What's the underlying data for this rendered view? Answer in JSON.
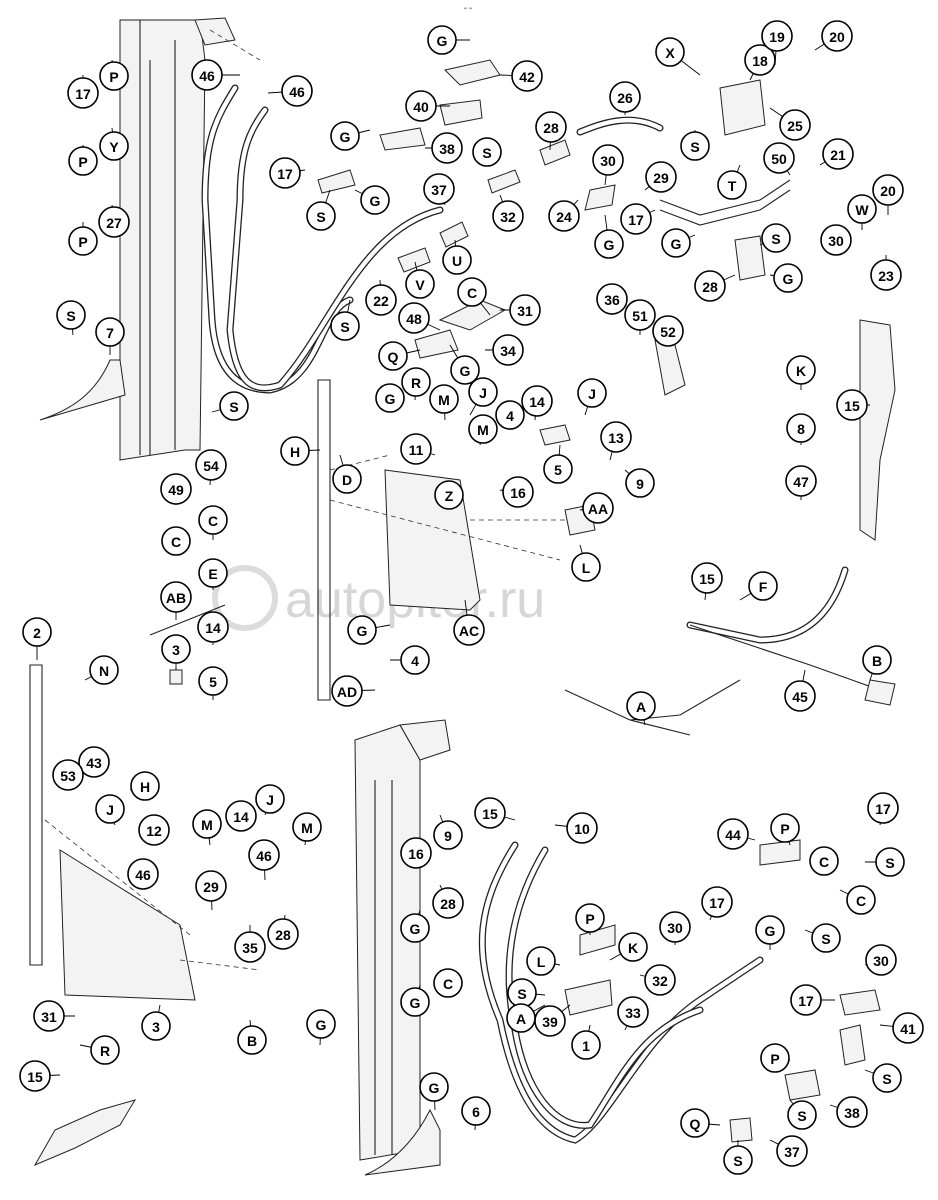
{
  "header_mark": "“’ ‘‘‘",
  "watermark": "autopiter.ru",
  "callouts": [
    "G",
    "42",
    "46",
    "46",
    "40",
    "S",
    "X",
    "18",
    "19",
    "20",
    "26",
    "28",
    "P",
    "17",
    "G",
    "38",
    "S",
    "25",
    "Y",
    "P",
    "17",
    "G",
    "S",
    "37",
    "32",
    "30",
    "29",
    "T",
    "50",
    "21",
    "20",
    "W",
    "27",
    "P",
    "17",
    "24",
    "G",
    "G",
    "S",
    "23",
    "U",
    "V",
    "30",
    "28",
    "G",
    "22",
    "C",
    "S",
    "31",
    "36",
    "51",
    "52",
    "48",
    "G",
    "S",
    "7",
    "Q",
    "34",
    "S",
    "G",
    "R",
    "J",
    "H",
    "M",
    "4",
    "14",
    "J",
    "M",
    "11",
    "13",
    "15",
    "K",
    "8",
    "47",
    "49",
    "54",
    "D",
    "Z",
    "5",
    "16",
    "9",
    "C",
    "C",
    "AA",
    "E",
    "L",
    "AB",
    "15",
    "F",
    "14",
    "G",
    "AC",
    "3",
    "2",
    "N",
    "4",
    "5",
    "B",
    "AD",
    "45",
    "A",
    "43",
    "53",
    "H",
    "J",
    "M",
    "14",
    "12",
    "J",
    "M",
    "15",
    "10",
    "46",
    "46",
    "16",
    "9",
    "17",
    "P",
    "44",
    "29",
    "S",
    "C",
    "C",
    "G",
    "28",
    "17",
    "P",
    "30",
    "35",
    "28",
    "L",
    "K",
    "G",
    "S",
    "32",
    "30",
    "G",
    "C",
    "17",
    "P",
    "41",
    "S",
    "39",
    "33",
    "31",
    "3",
    "1",
    "G",
    "R",
    "B",
    "15",
    "A",
    "S",
    "S",
    "38",
    "G",
    "6",
    "Q",
    "S",
    "37",
    "G"
  ]
}
